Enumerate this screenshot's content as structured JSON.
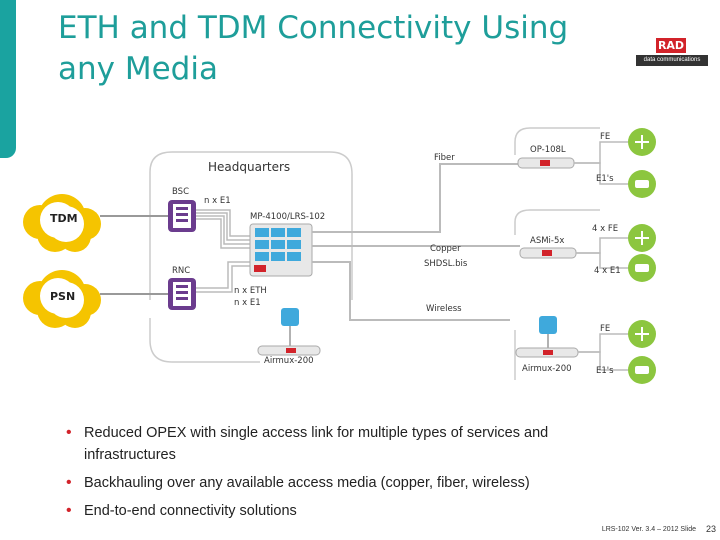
{
  "slide": {
    "title_line1": "ETH and TDM Connectivity Using",
    "title_line2": "any Media",
    "logo_text": "RAD",
    "logo_subtext": "data communications",
    "footer": "LRS-102 Ver. 3.4 – 2012 Slide",
    "page_number": "23"
  },
  "diagram": {
    "headquarters": "Headquarters",
    "bsc": "BSC",
    "rnc": "RNC",
    "tdm": "TDM",
    "psn": "PSN",
    "n_x_e1": "n x E1",
    "mp_lrs": "MP-4100/LRS-102",
    "n_x_eth": "n x ETH",
    "n_x_e1_2": "n x E1",
    "fiber": "Fiber",
    "copper": "Copper",
    "shdsl": "SHDSL.bis",
    "wireless": "Wireless",
    "op108l": "OP-108L",
    "asmi5x": "ASMi-5x",
    "airmux_left": "Airmux-200",
    "airmux_right": "Airmux-200",
    "fe1": "FE",
    "e1s1": "E1's",
    "fe4": "4 x FE",
    "e14": "4 x E1",
    "fe2": "FE",
    "e1s2": "E1's"
  },
  "bullets": [
    "Reduced OPEX with single access link for multiple types of services and infrastructures",
    "Backhauling over any available access media (copper, fiber, wireless)",
    "End-to-end connectivity solutions"
  ],
  "colors": {
    "accent": "#1e9e9a",
    "brand_red": "#d2232a",
    "cloud": "#f5c400",
    "equipment_blue": "#3fa9dc",
    "purple": "#6b3c8e",
    "green": "#8cc63f"
  }
}
